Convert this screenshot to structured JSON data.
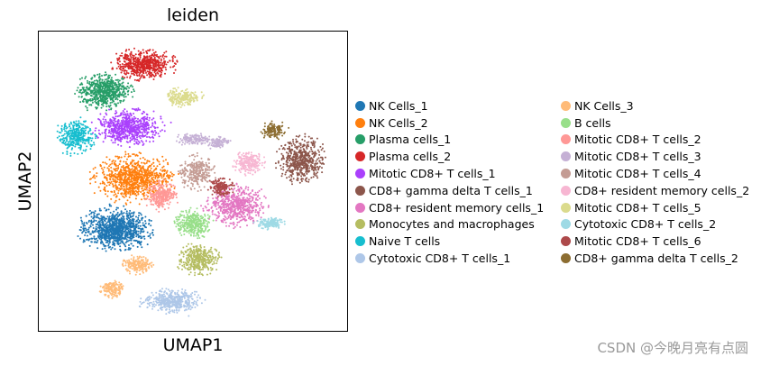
{
  "chart_data": {
    "type": "scatter",
    "title": "leiden",
    "xlabel": "UMAP1",
    "ylabel": "UMAP2",
    "grid": false,
    "legend_position": "right",
    "series": [
      {
        "name": "NK Cells_1",
        "color": "#1f77b4",
        "clusters": [
          [
            0.25,
            0.66,
            0.12,
            0.07,
            1000
          ]
        ]
      },
      {
        "name": "NK Cells_2",
        "color": "#ff7f0e",
        "clusters": [
          [
            0.31,
            0.49,
            0.13,
            0.08,
            900
          ]
        ]
      },
      {
        "name": "Plasma cells_1",
        "color": "#279e68",
        "clusters": [
          [
            0.21,
            0.2,
            0.09,
            0.06,
            650
          ]
        ]
      },
      {
        "name": "Plasma cells_2",
        "color": "#d62728",
        "clusters": [
          [
            0.34,
            0.11,
            0.1,
            0.05,
            600
          ]
        ]
      },
      {
        "name": "Mitotic CD8+ T cells_1",
        "color": "#aa40fc",
        "clusters": [
          [
            0.29,
            0.32,
            0.11,
            0.06,
            650
          ]
        ]
      },
      {
        "name": "CD8+ gamma delta T cells_1",
        "color": "#8c564b",
        "clusters": [
          [
            0.85,
            0.43,
            0.08,
            0.08,
            550
          ]
        ]
      },
      {
        "name": "CD8+ resident memory cells_1",
        "color": "#e377c2",
        "clusters": [
          [
            0.64,
            0.58,
            0.1,
            0.07,
            600
          ]
        ]
      },
      {
        "name": "Monocytes and macrophages",
        "color": "#b5bd61",
        "clusters": [
          [
            0.52,
            0.76,
            0.07,
            0.05,
            400
          ]
        ]
      },
      {
        "name": "Naive T cells",
        "color": "#17becf",
        "clusters": [
          [
            0.12,
            0.35,
            0.06,
            0.06,
            350
          ]
        ]
      },
      {
        "name": "Cytotoxic CD8+ T cells_1",
        "color": "#aec7e8",
        "clusters": [
          [
            0.43,
            0.9,
            0.1,
            0.04,
            450
          ]
        ]
      },
      {
        "name": "NK Cells_3",
        "color": "#ffbb78",
        "clusters": [
          [
            0.32,
            0.78,
            0.05,
            0.03,
            180
          ],
          [
            0.24,
            0.86,
            0.04,
            0.03,
            160
          ]
        ]
      },
      {
        "name": "B cells",
        "color": "#98df8a",
        "clusters": [
          [
            0.5,
            0.64,
            0.06,
            0.05,
            350
          ]
        ]
      },
      {
        "name": "Mitotic CD8+ T cells_2",
        "color": "#ff9896",
        "clusters": [
          [
            0.4,
            0.55,
            0.05,
            0.05,
            280
          ]
        ]
      },
      {
        "name": "Mitotic CD8+ T cells_3",
        "color": "#c5b0d5",
        "clusters": [
          [
            0.5,
            0.36,
            0.06,
            0.02,
            130
          ],
          [
            0.58,
            0.37,
            0.04,
            0.02,
            100
          ]
        ]
      },
      {
        "name": "Mitotic CD8+ T cells_4",
        "color": "#c49c94",
        "clusters": [
          [
            0.51,
            0.47,
            0.06,
            0.06,
            280
          ]
        ]
      },
      {
        "name": "CD8+ resident memory cells_2",
        "color": "#f7b6d2",
        "clusters": [
          [
            0.68,
            0.44,
            0.05,
            0.04,
            230
          ]
        ]
      },
      {
        "name": "Mitotic CD8+ T cells_5",
        "color": "#dbdb8d",
        "clusters": [
          [
            0.47,
            0.22,
            0.06,
            0.03,
            220
          ]
        ]
      },
      {
        "name": "Cytotoxic CD8+ T cells_2",
        "color": "#9edae5",
        "clusters": [
          [
            0.75,
            0.64,
            0.05,
            0.02,
            160
          ]
        ]
      },
      {
        "name": "Mitotic CD8+ T cells_6",
        "color": "#ad494a",
        "clusters": [
          [
            0.59,
            0.52,
            0.04,
            0.03,
            170
          ]
        ]
      },
      {
        "name": "CD8+ gamma delta T cells_2",
        "color": "#8c6d31",
        "clusters": [
          [
            0.76,
            0.33,
            0.04,
            0.03,
            140
          ]
        ]
      }
    ]
  },
  "watermark": "CSDN @今晚月亮有点圆"
}
